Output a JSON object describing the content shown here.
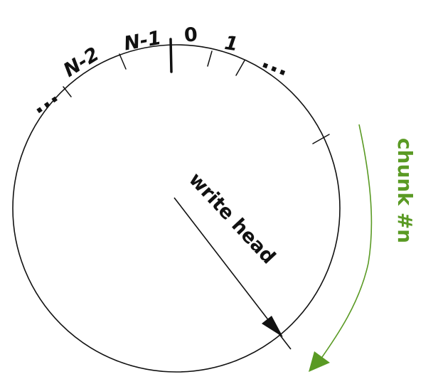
{
  "diagram": {
    "segment_labels": {
      "ellipsis_left": "...",
      "n_minus_2": "N-2",
      "n_minus_1": "N-1",
      "zero": "0",
      "one": "1",
      "ellipsis_right": "..."
    },
    "write_head_label": "write head",
    "chunk_label": "chunk #n",
    "colors": {
      "ink": "#111111",
      "accent": "#5a9a24"
    }
  }
}
